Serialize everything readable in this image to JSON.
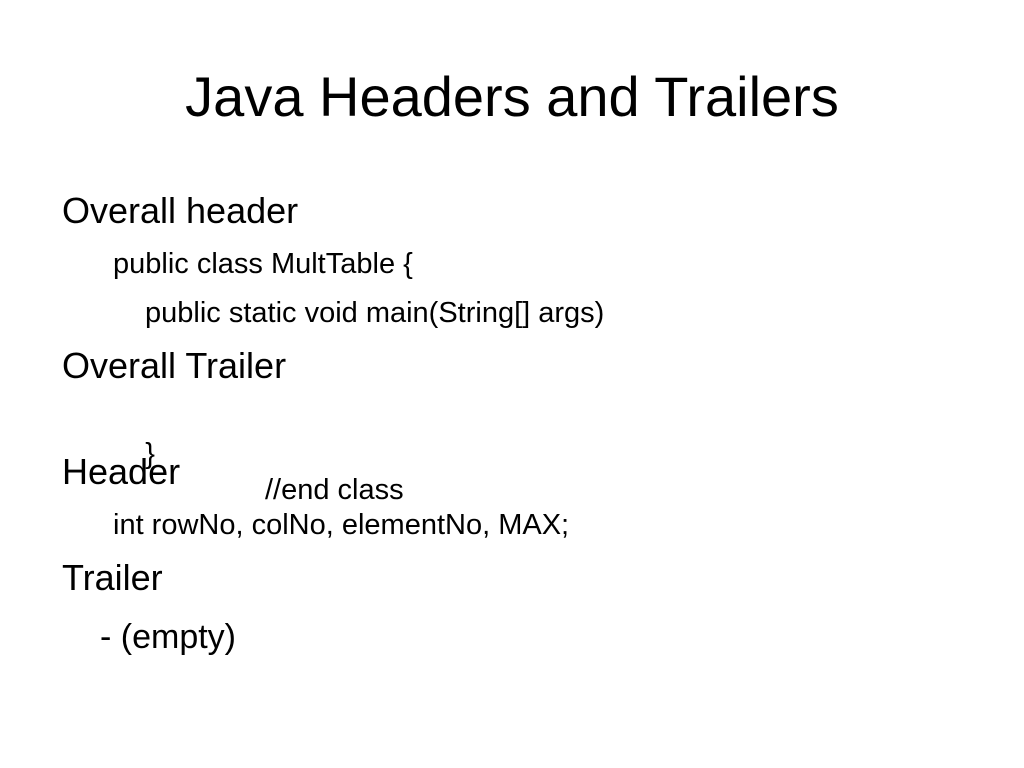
{
  "slide": {
    "title": "Java Headers and Trailers",
    "items": [
      {
        "text": "Overall header"
      },
      {
        "text": "public class MultTable {"
      },
      {
        "text": "public static void main(String[] args)"
      },
      {
        "text": "Overall Trailer"
      },
      {
        "code": "}",
        "comment": "//end class"
      },
      {
        "text": "Header"
      },
      {
        "text": "int rowNo, colNo, elementNo, MAX;"
      },
      {
        "text": "Trailer"
      },
      {
        "text": "- (empty)"
      }
    ]
  }
}
